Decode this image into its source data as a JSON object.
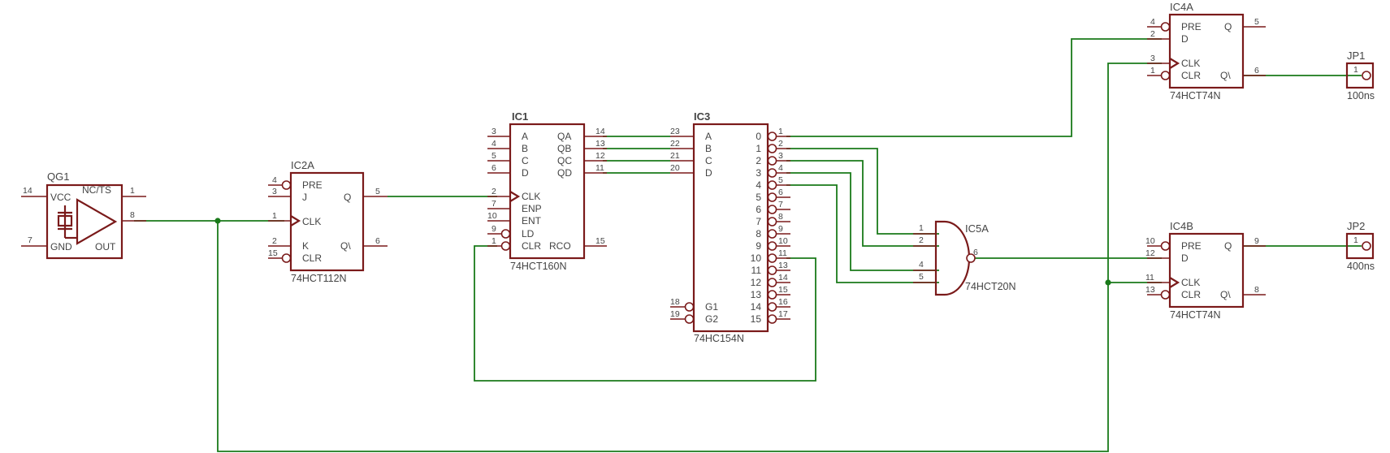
{
  "components": {
    "qg1": {
      "name": "QG1",
      "pins": {
        "vcc": "VCC",
        "gnd": "GND",
        "ncts": "NC/TS",
        "out": "OUT"
      },
      "pinnums": {
        "vcc": "14",
        "gnd": "7",
        "ncts": "1",
        "out": "8"
      }
    },
    "ic2a": {
      "name": "IC2A",
      "value": "74HCT112N",
      "pins": {
        "pre": "PRE",
        "j": "J",
        "clk": "CLK",
        "k": "K",
        "clr": "CLR",
        "q": "Q",
        "qn": "Q\\"
      },
      "pinnums": {
        "pre": "4",
        "j": "3",
        "clk": "1",
        "k": "2",
        "clr": "15",
        "q": "5",
        "qn": "6"
      }
    },
    "ic1": {
      "name": "IC1",
      "value": "74HCT160N",
      "pins": {
        "a": "A",
        "b": "B",
        "c": "C",
        "d": "D",
        "clk": "CLK",
        "enp": "ENP",
        "ent": "ENT",
        "ld": "LD",
        "clr": "CLR",
        "rco": "RCO",
        "qa": "QA",
        "qb": "QB",
        "qc": "QC",
        "qd": "QD"
      },
      "pinnums": {
        "a": "3",
        "b": "4",
        "c": "5",
        "d": "6",
        "clk": "2",
        "enp": "7",
        "ent": "10",
        "ld": "9",
        "clr": "1",
        "rco": "15",
        "qa": "14",
        "qb": "13",
        "qc": "12",
        "qd": "11"
      }
    },
    "ic3": {
      "name": "IC3",
      "value": "74HC154N",
      "in_pins": {
        "a": "A",
        "b": "B",
        "c": "C",
        "d": "D",
        "g1": "G1",
        "g2": "G2"
      },
      "in_pinnums": {
        "a": "23",
        "b": "22",
        "c": "21",
        "d": "20",
        "g1": "18",
        "g2": "19"
      },
      "outputs": [
        {
          "name": "0",
          "num": "1"
        },
        {
          "name": "1",
          "num": "2"
        },
        {
          "name": "2",
          "num": "3"
        },
        {
          "name": "3",
          "num": "4"
        },
        {
          "name": "4",
          "num": "5"
        },
        {
          "name": "5",
          "num": "6"
        },
        {
          "name": "6",
          "num": "7"
        },
        {
          "name": "7",
          "num": "8"
        },
        {
          "name": "8",
          "num": "9"
        },
        {
          "name": "9",
          "num": "10"
        },
        {
          "name": "10",
          "num": "11"
        },
        {
          "name": "11",
          "num": "13"
        },
        {
          "name": "12",
          "num": "14"
        },
        {
          "name": "13",
          "num": "15"
        },
        {
          "name": "14",
          "num": "16"
        },
        {
          "name": "15",
          "num": "17"
        }
      ]
    },
    "ic5a": {
      "name": "IC5A",
      "value": "74HCT20N",
      "pinnums": {
        "in1": "1",
        "in2": "2",
        "in4": "4",
        "in5": "5",
        "out": "6"
      }
    },
    "ic4a": {
      "name": "IC4A",
      "value": "74HCT74N",
      "pins": {
        "pre": "PRE",
        "d": "D",
        "clk": "CLK",
        "clr": "CLR",
        "q": "Q",
        "qn": "Q\\"
      },
      "pinnums": {
        "pre": "4",
        "d": "2",
        "clk": "3",
        "clr": "1",
        "q": "5",
        "qn": "6"
      }
    },
    "ic4b": {
      "name": "IC4B",
      "value": "74HCT74N",
      "pins": {
        "pre": "PRE",
        "d": "D",
        "clk": "CLK",
        "clr": "CLR",
        "q": "Q",
        "qn": "Q\\"
      },
      "pinnums": {
        "pre": "10",
        "d": "12",
        "clk": "11",
        "clr": "13",
        "q": "9",
        "qn": "8"
      }
    },
    "jp1": {
      "name": "JP1",
      "value": "100ns",
      "pinnum": "1"
    },
    "jp2": {
      "name": "JP2",
      "value": "400ns",
      "pinnum": "1"
    }
  },
  "colors": {
    "part": "#7a1a1a",
    "wire": "#1a7a1a",
    "text": "#444444"
  }
}
